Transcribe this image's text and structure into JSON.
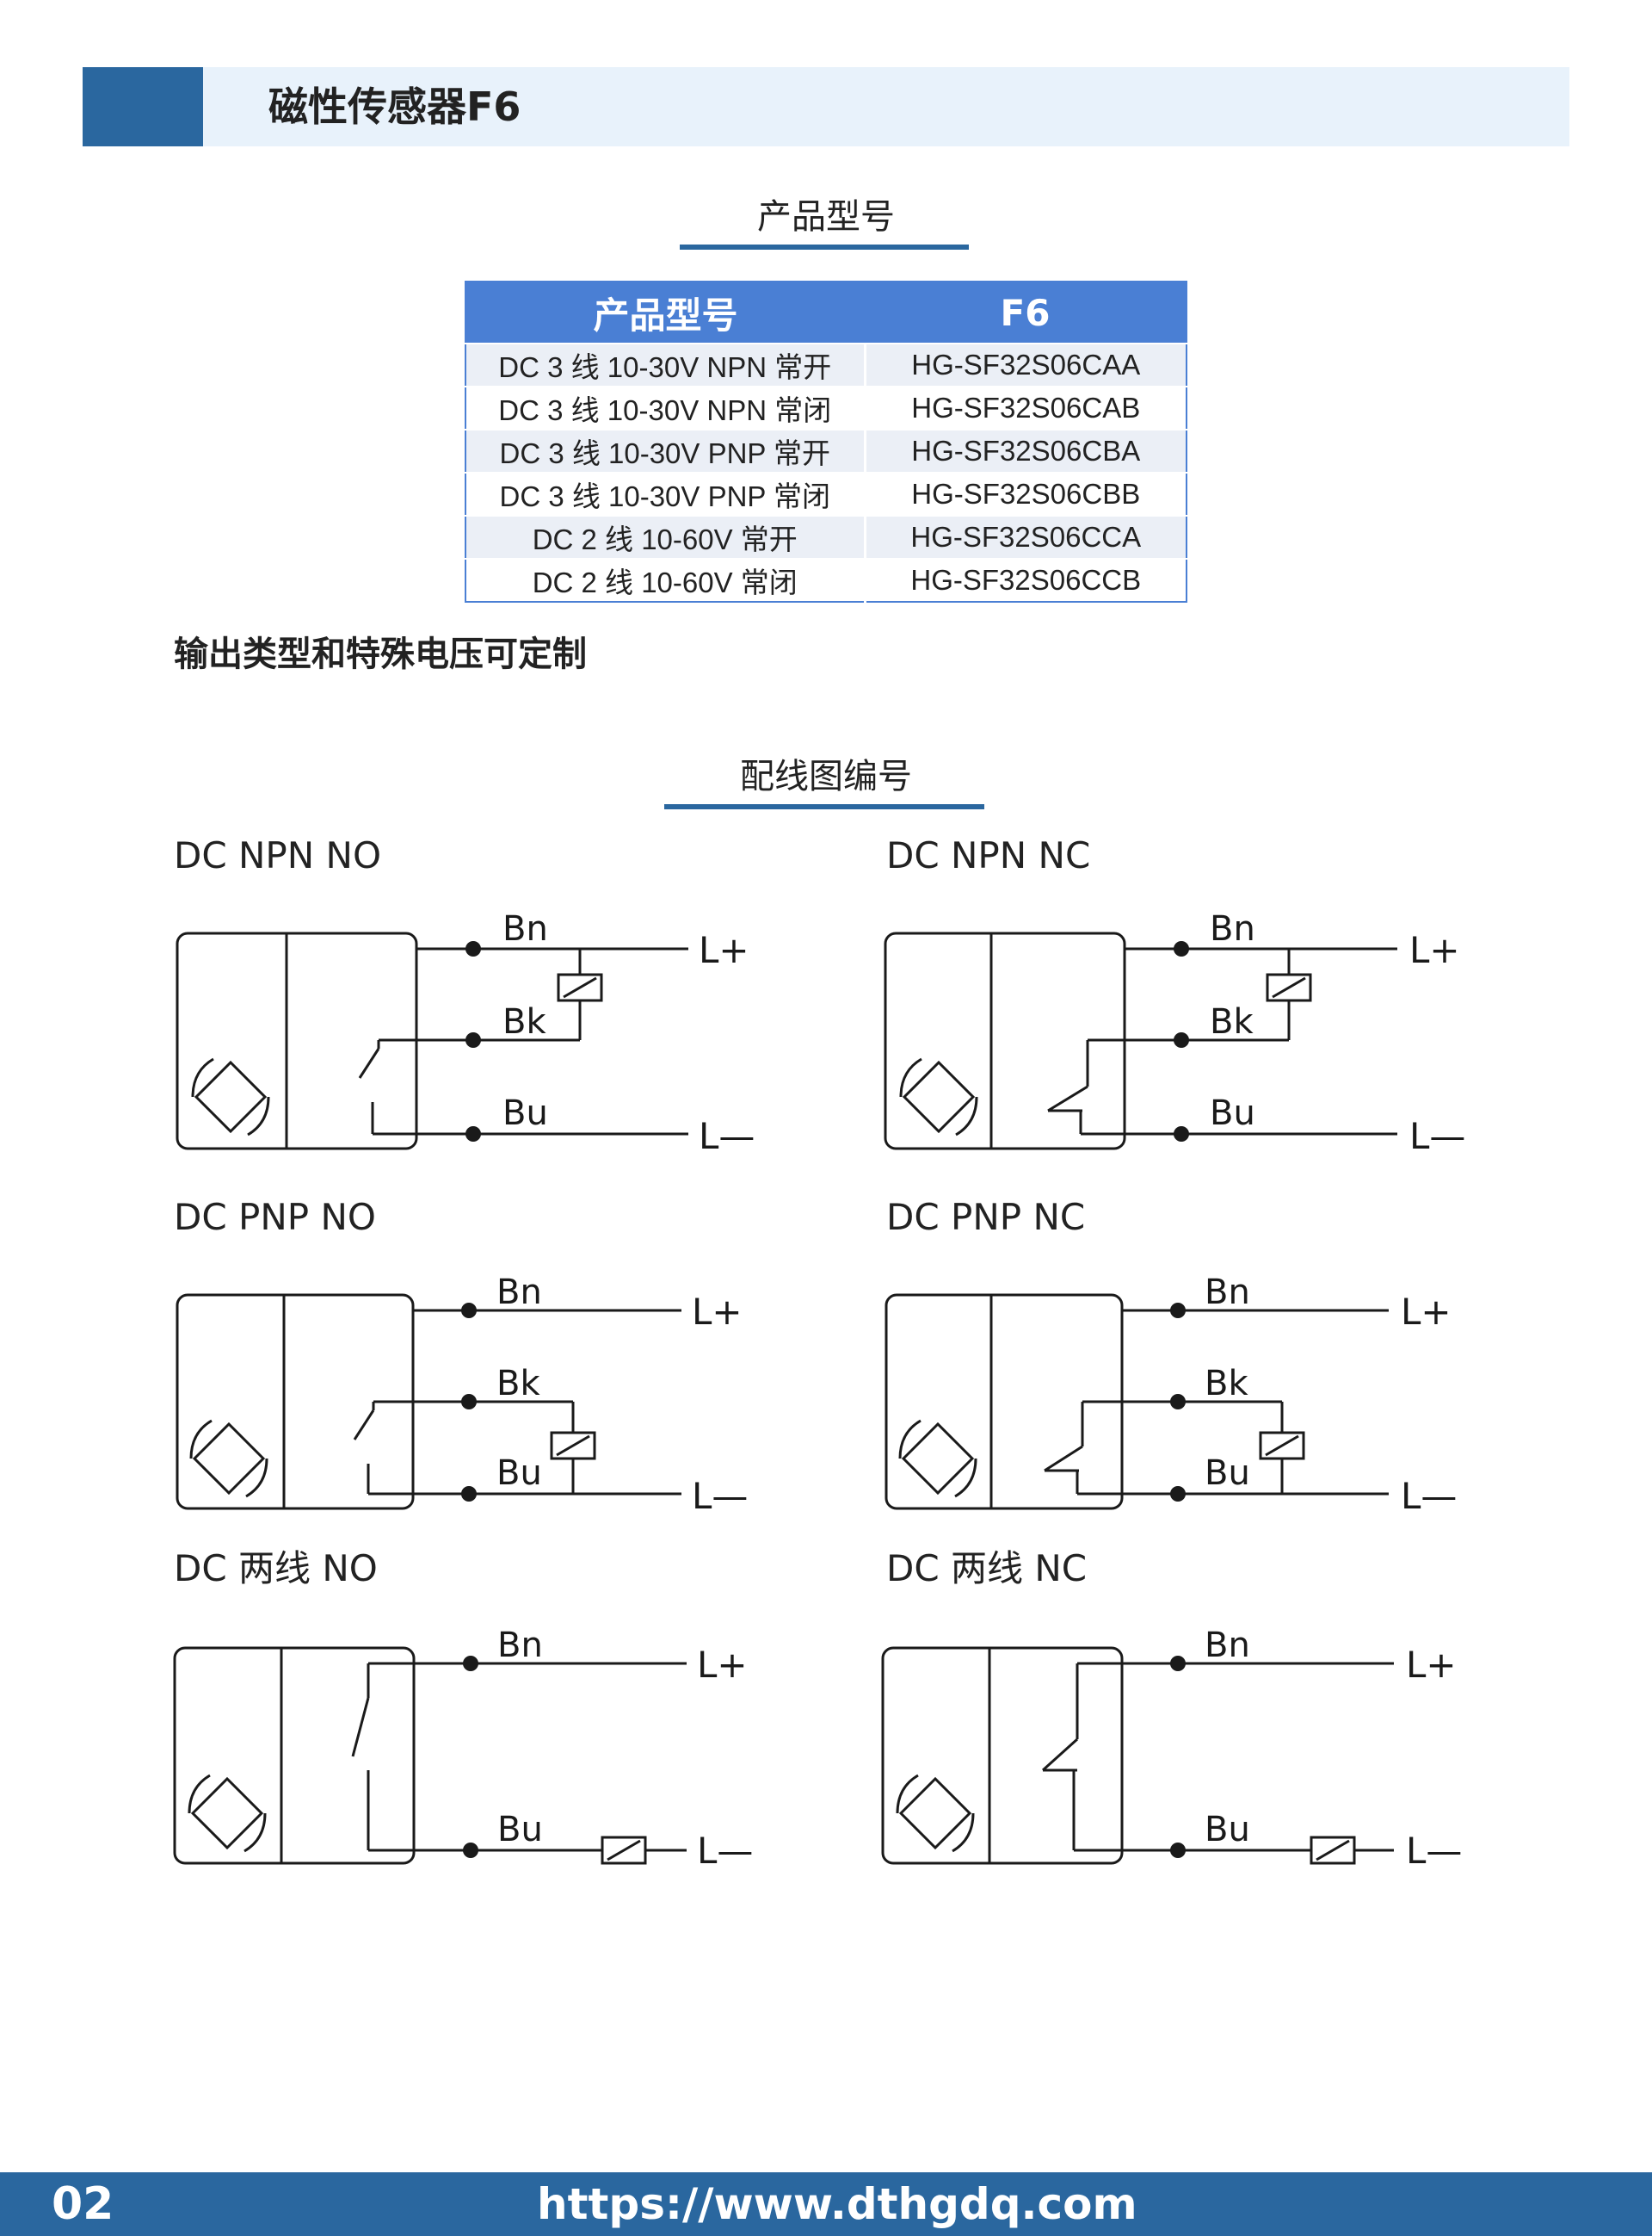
{
  "header": {
    "title": "磁性传感器F6"
  },
  "section_models": {
    "title": "产品型号"
  },
  "table": {
    "col_headers": [
      "产品型号",
      "F6"
    ],
    "rows": [
      [
        "DC 3 线 10-30V NPN 常开",
        "HG-SF32S06CAA"
      ],
      [
        "DC 3 线 10-30V NPN 常闭",
        "HG-SF32S06CAB"
      ],
      [
        "DC 3 线 10-30V PNP 常开",
        "HG-SF32S06CBA"
      ],
      [
        "DC 3 线 10-30V PNP 常闭",
        "HG-SF32S06CBB"
      ],
      [
        "DC 2 线 10-60V 常开",
        "HG-SF32S06CCA"
      ],
      [
        "DC 2 线 10-60V 常闭",
        "HG-SF32S06CCB"
      ]
    ]
  },
  "note": "输出类型和特殊电压可定制",
  "section_wiring": {
    "title": "配线图编号"
  },
  "diagrams": [
    {
      "title": "DC NPN NO",
      "labels": {
        "bn": "Bn",
        "bk": "Bk",
        "bu": "Bu",
        "lp": "L+",
        "lm": "L—"
      }
    },
    {
      "title": "DC NPN NC",
      "labels": {
        "bn": "Bn",
        "bk": "Bk",
        "bu": "Bu",
        "lp": "L+",
        "lm": "L—"
      }
    },
    {
      "title": "DC PNP NO",
      "labels": {
        "bn": "Bn",
        "bk": "Bk",
        "bu": "Bu",
        "lp": "L+",
        "lm": "L—"
      }
    },
    {
      "title": "DC PNP NC",
      "labels": {
        "bn": "Bn",
        "bk": "Bk",
        "bu": "Bu",
        "lp": "L+",
        "lm": "L—"
      }
    },
    {
      "title": "DC 两线 NO",
      "labels": {
        "bn": "Bn",
        "bu": "Bu",
        "lp": "L+",
        "lm": "L—"
      }
    },
    {
      "title": "DC 两线 NC",
      "labels": {
        "bn": "Bn",
        "bu": "Bu",
        "lp": "L+",
        "lm": "L—"
      }
    }
  ],
  "footer": {
    "page": "02",
    "url": "https://www.dthgdq.com"
  },
  "colors": {
    "primary": "#2a679f",
    "header_light": "#e8f2fb",
    "table_header": "#4a7fd4",
    "table_stripe": "#ebeff6"
  }
}
